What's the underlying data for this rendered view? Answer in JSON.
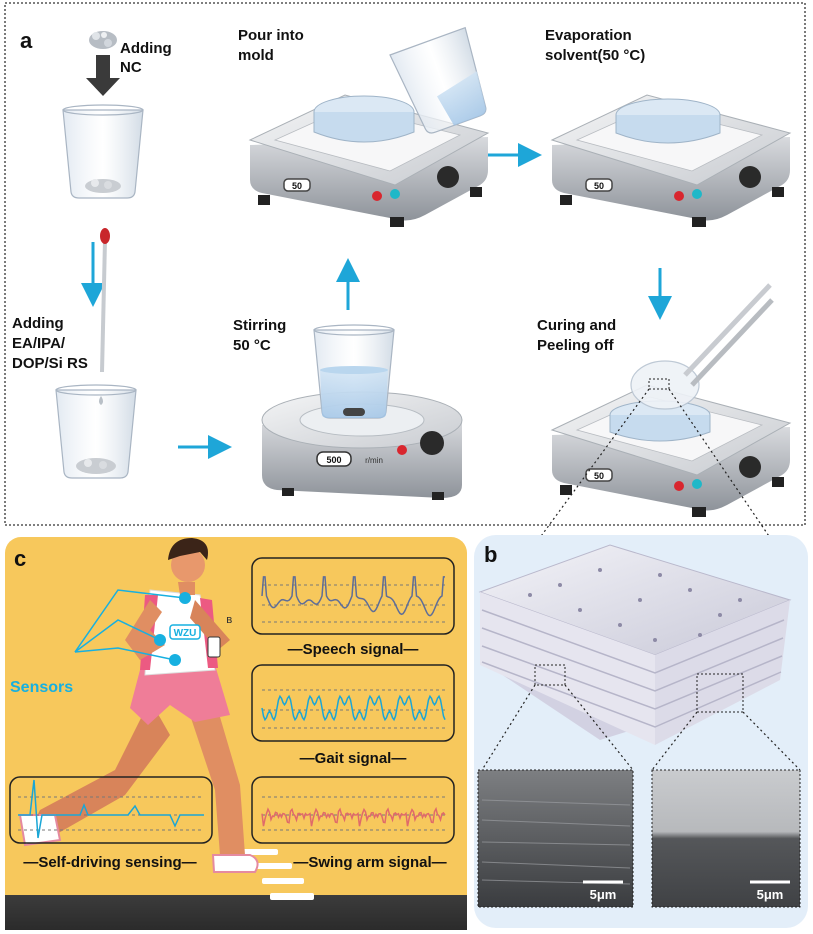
{
  "panel_a": {
    "label": "a",
    "steps": {
      "adding_nc": [
        "Adding",
        "NC"
      ],
      "pour": [
        "Pour into",
        "mold"
      ],
      "evaporation": [
        "Evaporation",
        "solvent(50 °C)"
      ],
      "adding_solvents": [
        "Adding",
        "EA/IPA/",
        "DOP/Si RS"
      ],
      "stirring": [
        "Stirring",
        "50 °C"
      ],
      "curing": [
        "Curing and",
        "Peeling off"
      ]
    },
    "hotplate_dial": "50",
    "stirrer_label": "500",
    "stirrer_unit": "r/min"
  },
  "panel_b": {
    "label": "b",
    "scalebar_left": "5μm",
    "scalebar_right": "5μm"
  },
  "panel_c": {
    "label": "c",
    "sensors_label": "Sensors",
    "shirt_text": "WZU",
    "signals": {
      "speech": "—Speech signal—",
      "gait": "—Gait signal—",
      "self_driving": "—Self-driving sensing—",
      "swing_arm": "—Swing arm signal—"
    }
  },
  "colors": {
    "arrow_blue": "#1ea6d8",
    "sensor_blue": "#17b0e0",
    "panel_c_bg": "#f7c85c",
    "panel_b_bg": "#e3eef9",
    "speech_line": "#5f6e98",
    "gait_line": "#1aa6d6",
    "swing_line": "#e06a6a"
  }
}
